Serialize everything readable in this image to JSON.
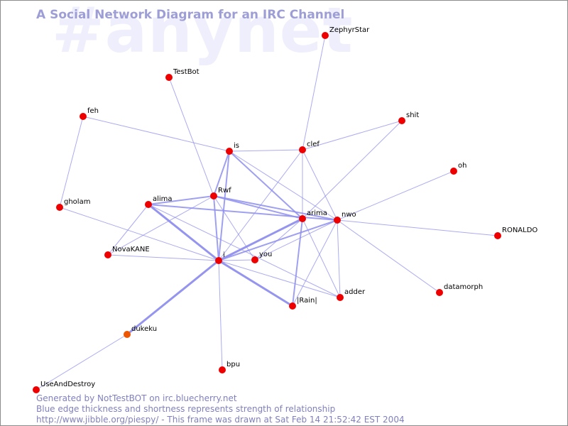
{
  "watermark": "#anynet",
  "title": "A Social Network Diagram for an IRC Channel",
  "footer": {
    "line1": "Generated by NotTestBOT on irc.bluecherry.net",
    "line2": "Blue edge thickness and shortness represents strength of relationship",
    "line3": "http://www.jibble.org/piespy/ - This frame was drawn at Sat Feb 14 21:52:42 EST 2004"
  },
  "colors": {
    "node": "#ee0000",
    "node_highlight": "#ee5500",
    "edge": "#8f8fee",
    "title": "#9e9ed6",
    "watermark": "#eeeefc"
  },
  "nodes": [
    {
      "id": "ZephyrStar"
    },
    {
      "id": "TestBot"
    },
    {
      "id": "feh"
    },
    {
      "id": "shit"
    },
    {
      "id": "is"
    },
    {
      "id": "clef"
    },
    {
      "id": "oh"
    },
    {
      "id": "gholam"
    },
    {
      "id": "alima"
    },
    {
      "id": "Rwf"
    },
    {
      "id": "arima"
    },
    {
      "id": "nwo"
    },
    {
      "id": "RONALDO"
    },
    {
      "id": "NovaKANE"
    },
    {
      "id": "i"
    },
    {
      "id": "you"
    },
    {
      "id": "datamorph"
    },
    {
      "id": "adder"
    },
    {
      "id": "|Rain|"
    },
    {
      "id": "dukeku",
      "highlight": true
    },
    {
      "id": "bpu"
    },
    {
      "id": "UseAndDestroy"
    }
  ],
  "edges": [
    {
      "source": "ZephyrStar",
      "target": "clef",
      "strength": 1
    },
    {
      "source": "TestBot",
      "target": "Rwf",
      "strength": 1
    },
    {
      "source": "feh",
      "target": "is",
      "strength": 1
    },
    {
      "source": "feh",
      "target": "gholam",
      "strength": 1
    },
    {
      "source": "shit",
      "target": "clef",
      "strength": 1
    },
    {
      "source": "shit",
      "target": "arima",
      "strength": 1
    },
    {
      "source": "is",
      "target": "clef",
      "strength": 1
    },
    {
      "source": "is",
      "target": "Rwf",
      "strength": 2
    },
    {
      "source": "is",
      "target": "i",
      "strength": 2
    },
    {
      "source": "is",
      "target": "arima",
      "strength": 2
    },
    {
      "source": "is",
      "target": "nwo",
      "strength": 1
    },
    {
      "source": "clef",
      "target": "arima",
      "strength": 1
    },
    {
      "source": "clef",
      "target": "nwo",
      "strength": 1
    },
    {
      "source": "clef",
      "target": "i",
      "strength": 1
    },
    {
      "source": "oh",
      "target": "nwo",
      "strength": 1
    },
    {
      "source": "gholam",
      "target": "i",
      "strength": 1
    },
    {
      "source": "alima",
      "target": "Rwf",
      "strength": 2
    },
    {
      "source": "alima",
      "target": "i",
      "strength": 3
    },
    {
      "source": "alima",
      "target": "nwo",
      "strength": 2
    },
    {
      "source": "alima",
      "target": "NovaKANE",
      "strength": 1
    },
    {
      "source": "alima",
      "target": "adder",
      "strength": 1
    },
    {
      "source": "Rwf",
      "target": "i",
      "strength": 2
    },
    {
      "source": "Rwf",
      "target": "arima",
      "strength": 2
    },
    {
      "source": "Rwf",
      "target": "nwo",
      "strength": 2
    },
    {
      "source": "Rwf",
      "target": "you",
      "strength": 1
    },
    {
      "source": "Rwf",
      "target": "NovaKANE",
      "strength": 1
    },
    {
      "source": "arima",
      "target": "i",
      "strength": 3
    },
    {
      "source": "arima",
      "target": "|Rain|",
      "strength": 2
    },
    {
      "source": "arima",
      "target": "you",
      "strength": 1
    },
    {
      "source": "arima",
      "target": "adder",
      "strength": 1
    },
    {
      "source": "nwo",
      "target": "i",
      "strength": 2
    },
    {
      "source": "nwo",
      "target": "RONALDO",
      "strength": 1
    },
    {
      "source": "nwo",
      "target": "datamorph",
      "strength": 1
    },
    {
      "source": "nwo",
      "target": "adder",
      "strength": 1
    },
    {
      "source": "nwo",
      "target": "you",
      "strength": 1
    },
    {
      "source": "nwo",
      "target": "|Rain|",
      "strength": 1
    },
    {
      "source": "NovaKANE",
      "target": "i",
      "strength": 1
    },
    {
      "source": "i",
      "target": "|Rain|",
      "strength": 3
    },
    {
      "source": "i",
      "target": "adder",
      "strength": 1
    },
    {
      "source": "i",
      "target": "dukeku",
      "strength": 3
    },
    {
      "source": "i",
      "target": "bpu",
      "strength": 1
    },
    {
      "source": "i",
      "target": "you",
      "strength": 1
    },
    {
      "source": "dukeku",
      "target": "UseAndDestroy",
      "strength": 1
    }
  ]
}
